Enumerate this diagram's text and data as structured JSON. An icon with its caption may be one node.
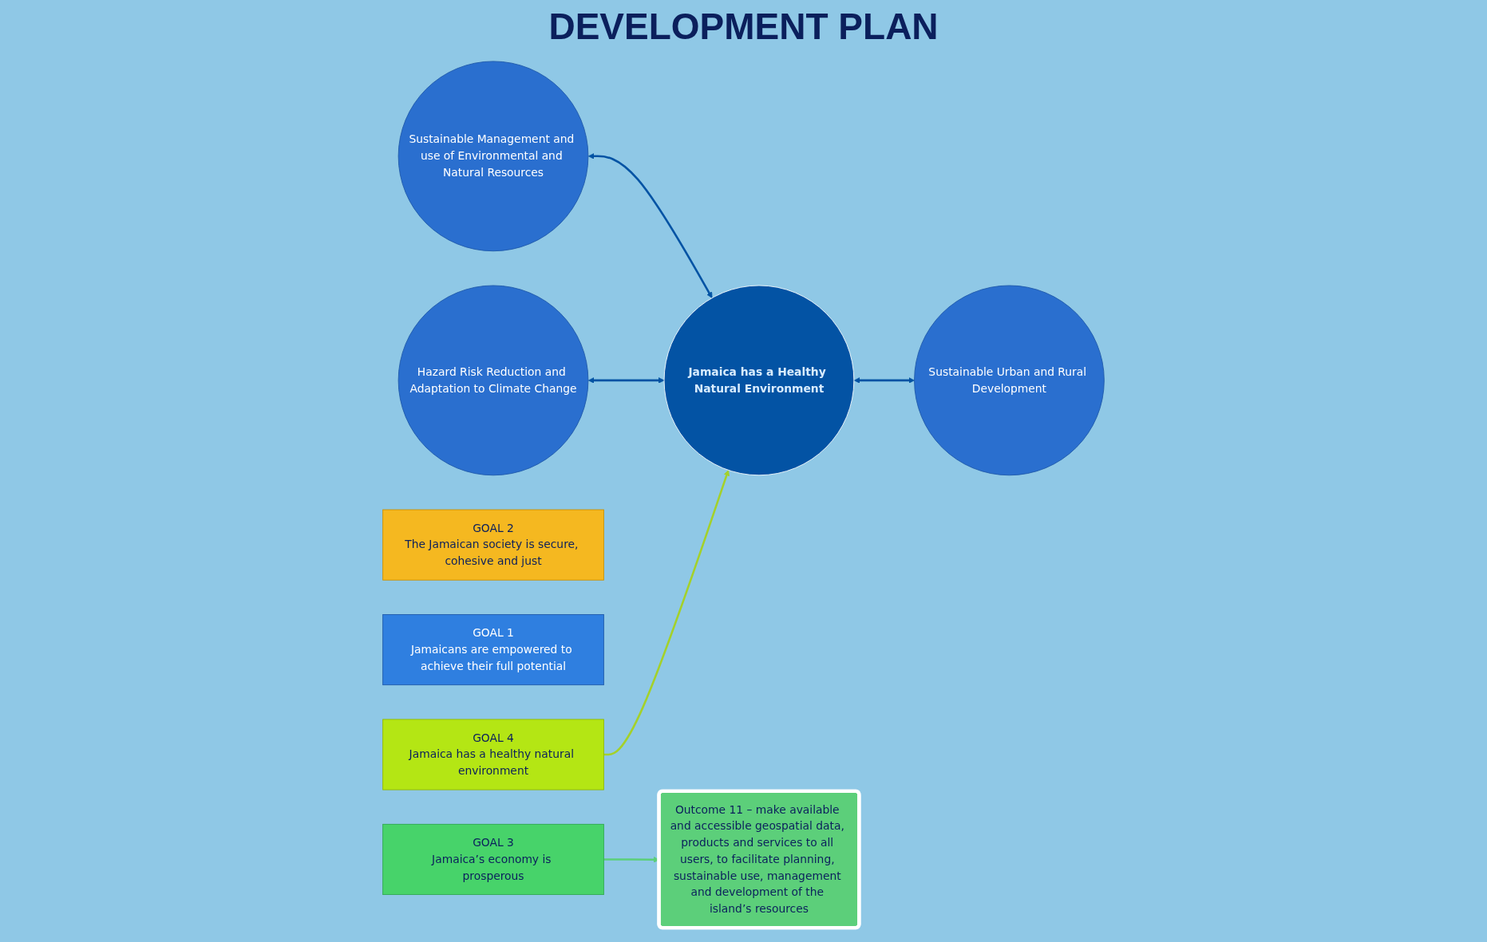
{
  "diagram": {
    "title": "DEVELOPMENT PLAN",
    "nodes": [
      {
        "text": [
          "Sustainable Management and use of Environmental and Natural Resources"
        ]
      },
      {
        "text": [
          "Hazard Risk Reduction and Adaptation to Climate Change"
        ]
      },
      {
        "text": [
          "Jamaica has a Healthy Natural Environment"
        ]
      },
      {
        "text": [
          "Sustainable Urban and Rural Development"
        ]
      },
      {
        "text": [
          "GOAL 2",
          "The Jamaican society is secure, cohesive and just"
        ]
      },
      {
        "text": [
          "GOAL 1",
          "Jamaicans are empowered to achieve their full potential"
        ]
      },
      {
        "text": [
          "GOAL 4",
          "Jamaica has a healthy natural environment"
        ]
      },
      {
        "text": [
          "GOAL 3",
          "Jamaica’s economy is prosperous"
        ]
      },
      {
        "text": [
          "Outcome 11 – make available and accessible geospatial data, products and services to all users, to facilitate planning, sustainable use, management and development of the island’s resources"
        ]
      }
    ],
    "edges": [
      {
        "from": 0,
        "to": 2,
        "arrow": "both"
      },
      {
        "from": 1,
        "to": 2,
        "arrow": "both"
      },
      {
        "from": 2,
        "to": 3,
        "arrow": "both"
      },
      {
        "from": 6,
        "to": 2,
        "arrow": "to",
        "color": "#a4d12a"
      },
      {
        "from": 7,
        "to": 8,
        "arrow": "to",
        "color": "#5ccf7a"
      }
    ]
  }
}
